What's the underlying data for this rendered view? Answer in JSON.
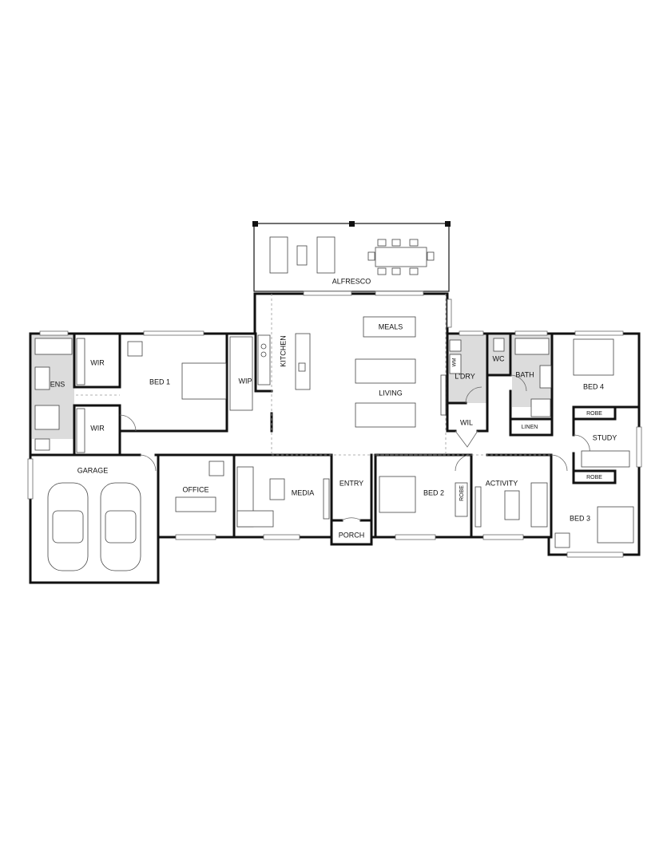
{
  "rooms": {
    "alfresco": "ALFRESCO",
    "meals": "MEALS",
    "kitchen": "KITCHEN",
    "living": "LIVING",
    "wip": "WIP",
    "bed1": "BED 1",
    "wir_top": "WIR",
    "wir_bottom": "WIR",
    "ens": "ENS",
    "garage": "GARAGE",
    "office": "OFFICE",
    "media": "MEDIA",
    "entry": "ENTRY",
    "porch": "PORCH",
    "bed2": "BED 2",
    "robe_bed2": "ROBE",
    "activity": "ACTIVITY",
    "ldry": "L'DRY",
    "wm": "WM",
    "wil": "WIL",
    "wc": "WC",
    "bath": "BATH",
    "linen": "LINEN",
    "bed4": "BED 4",
    "robe_bed4": "ROBE",
    "study": "STUDY",
    "robe_bed3": "ROBE",
    "bed3": "BED 3"
  }
}
